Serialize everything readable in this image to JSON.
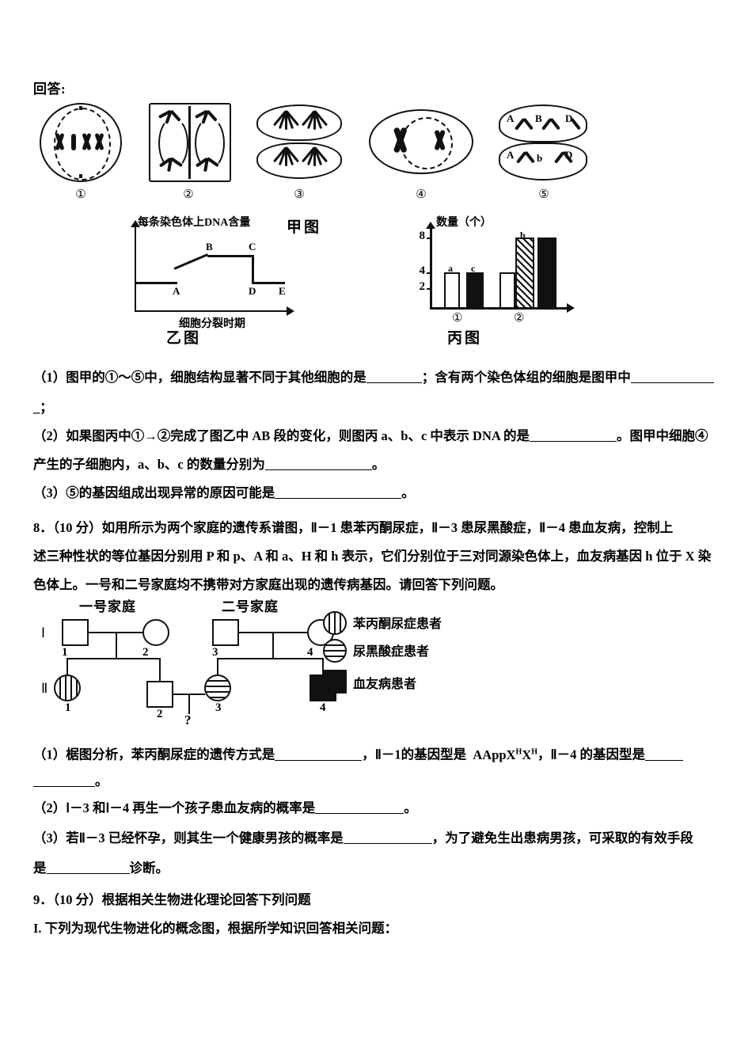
{
  "page": {
    "lead_text": "回答:"
  },
  "fig_jia": {
    "caption": "甲图",
    "cells": [
      {
        "label": "①"
      },
      {
        "label": "②"
      },
      {
        "label": "③"
      },
      {
        "label": "④"
      },
      {
        "label": "⑤"
      }
    ],
    "cell5_genes": {
      "top": [
        "A",
        "B",
        "D"
      ],
      "bottom": [
        "A",
        "b",
        "D"
      ]
    }
  },
  "chart_data": [
    {
      "type": "line",
      "title": "乙图",
      "xlabel": "细胞分裂时期",
      "ylabel": "每条染色体上DNA含量",
      "point_labels": [
        "A",
        "B",
        "C",
        "D",
        "E"
      ],
      "x": [
        0,
        1,
        2,
        3,
        3,
        4
      ],
      "y": [
        1,
        1,
        2,
        2,
        1,
        1
      ],
      "annotations": "低平段至A，A→B上升，B→C平台，C→D骤降，D→E平稳",
      "grid": false,
      "legend": "none"
    },
    {
      "type": "bar",
      "title": "丙图",
      "xlabel": "",
      "ylabel": "数量（个）",
      "categories": [
        "①",
        "②"
      ],
      "yticks": [
        2,
        4,
        8
      ],
      "ylim": [
        0,
        9
      ],
      "bars": [
        {
          "group": "①",
          "label": "a",
          "value": 4,
          "fill": "white"
        },
        {
          "group": "①",
          "label": "c",
          "value": 4,
          "fill": "black"
        },
        {
          "group": "②",
          "label": "",
          "value": 4,
          "fill": "white"
        },
        {
          "group": "②",
          "label": "b",
          "value": 8,
          "fill": "hatch"
        },
        {
          "group": "②",
          "label": "",
          "value": 8,
          "fill": "black"
        }
      ],
      "grid": false,
      "legend": "none"
    }
  ],
  "questions_7": [
    {
      "id": "q7-1",
      "parts": [
        {
          "t": "（1）图甲的①～⑤中，细胞结构显著不同于其他细胞的是"
        },
        {
          "blank": 70
        },
        {
          "t": "；含有两个染色体组的细胞是图甲中"
        },
        {
          "blank": 105
        }
      ],
      "wrap": "_；"
    },
    {
      "id": "q7-2",
      "parts": [
        {
          "t": "（2）如果图丙中①→②完成了图乙中 AB 段的变化，则图丙 a、b、c 中表示 DNA 的是"
        },
        {
          "blank": 110
        },
        {
          "t": "。图甲中细胞④"
        }
      ],
      "wrap": "产生的子细胞内，a、b、c 的数量分别为",
      "wrap_blank": 135,
      "wrap_tail": "。"
    },
    {
      "id": "q7-3",
      "parts": [
        {
          "t": "（3）⑤的基因组成出现异常的原因可能是"
        },
        {
          "blank": 160
        },
        {
          "t": "。"
        }
      ]
    }
  ],
  "question_8": {
    "stem_line1": "8．（10 分）如用所示为两个家庭的遗传系谱图，Ⅱ－1 患苯丙酮尿症，Ⅱ－3 患尿黑酸症，Ⅱ－4 患血友病，控制上",
    "stem_line2": "述三种性状的等位基因分别用 P 和 p、A 和 a、H 和 h 表示，它们分别位于三对同源染色体上，血友病基因 h 位于 X 染",
    "stem_line3": "色体上。一号和二号家庭均不携带对方家庭出现的遗传病基因。请回答下列问题。",
    "pedigree": {
      "family1_title": "一号家庭",
      "family2_title": "二号家庭",
      "generations": [
        "Ⅰ",
        "Ⅱ"
      ],
      "gen1": [
        {
          "id": "1",
          "shape": "square",
          "fill": "none"
        },
        {
          "id": "2",
          "shape": "circle",
          "fill": "none"
        },
        {
          "id": "3",
          "shape": "square",
          "fill": "none"
        },
        {
          "id": "4",
          "shape": "circle",
          "fill": "none"
        }
      ],
      "gen2": [
        {
          "id": "1",
          "shape": "circle",
          "fill": "vstripe"
        },
        {
          "id": "2",
          "shape": "square",
          "fill": "none"
        },
        {
          "id": "3",
          "shape": "circle",
          "fill": "hstripe"
        },
        {
          "id": "4",
          "shape": "square",
          "fill": "black"
        }
      ],
      "unknown_child": "?"
    },
    "legend": [
      {
        "symbol": "circle-vstripe",
        "text": "苯丙酮尿症患者"
      },
      {
        "symbol": "circle-hstripe",
        "text": "尿黑酸症患者"
      },
      {
        "symbol": "square-black",
        "text": "血友病患者"
      }
    ],
    "sub1_a": "（1）椐图分析，苯丙酮尿症的遗传方式是",
    "sub1_b": "，Ⅱ－1的基因型是",
    "sub1_genotype": "AAppX",
    "sub1_genotype_sup1": "H",
    "sub1_genotype_mid": "X",
    "sub1_genotype_sup2": "H",
    "sub1_c": "，Ⅱ－4 的基因型是",
    "sub1_wrap": "。",
    "sub2_a": "（2）Ⅰ－3 和Ⅰ－4 再生一个孩子患血友病的概率是",
    "sub2_b": "。",
    "sub3_a": "（3）若Ⅱ－3 已经怀孕，则其生一个健康男孩的概率是",
    "sub3_b": "，为了避免生出患病男孩，可采取的有效手段",
    "sub3_c": "是",
    "sub3_d": "诊断。"
  },
  "question_9": {
    "line1": "9．（10 分）根据相关生物进化理论回答下列问题",
    "line2": "I. 下列为现代生物进化的概念图，根据所学知识回答相关问题："
  }
}
